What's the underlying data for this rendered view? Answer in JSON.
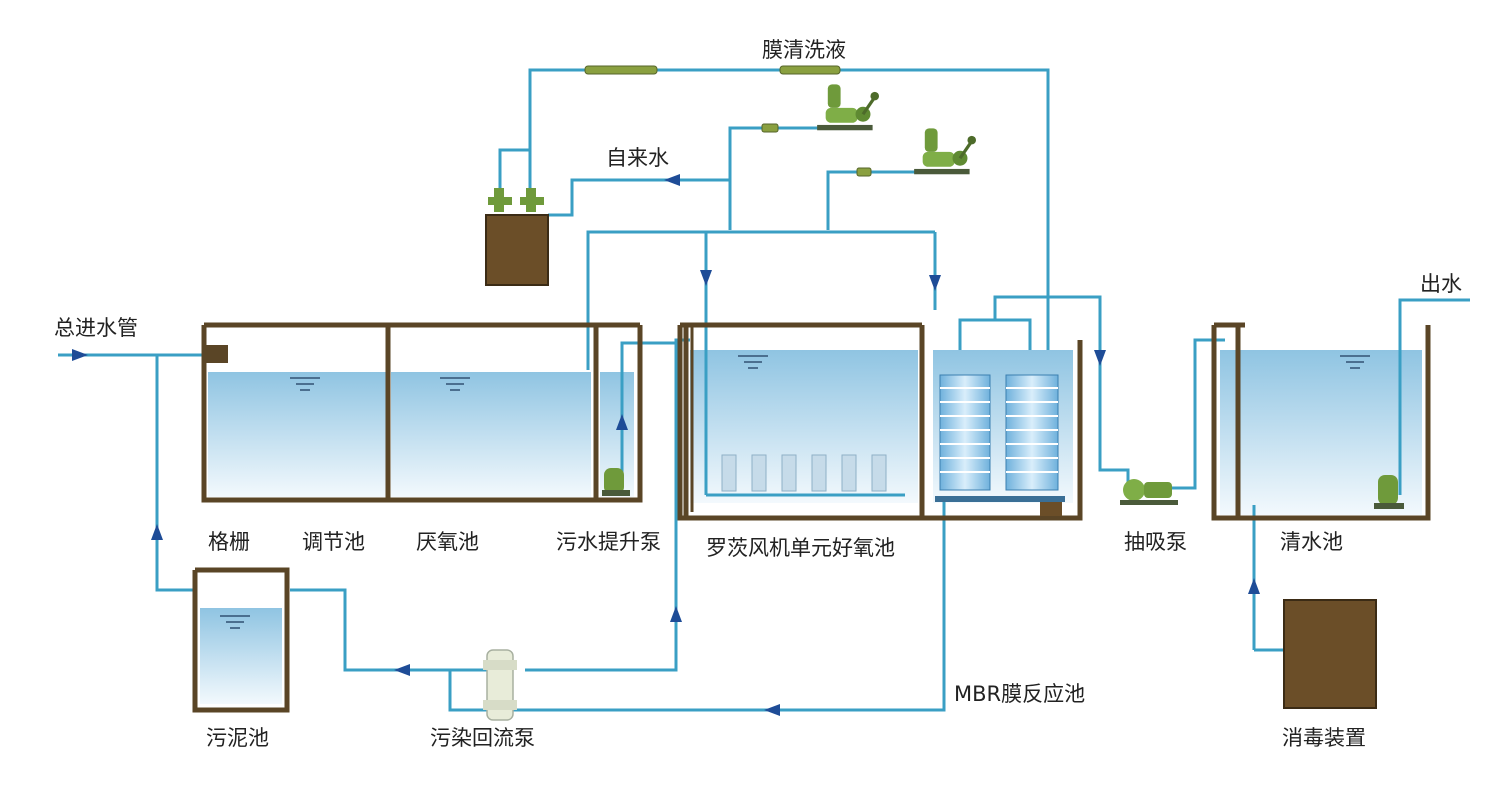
{
  "labels": {
    "membrane_wash": "膜清洗液",
    "tap_water": "自来水",
    "main_inlet": "总进水管",
    "outlet": "出水",
    "screen": "格栅",
    "equalization": "调节池",
    "anaerobic": "厌氧池",
    "lift_pump": "污水提升泵",
    "aerobic": "罗茨风机单元好氧池",
    "suction_pump": "抽吸泵",
    "clear_tank": "清水池",
    "sludge_tank": "污泥池",
    "return_pump": "污染回流泵",
    "mbr": "MBR膜反应池",
    "disinfection": "消毒装置"
  },
  "colors": {
    "pipe": "#3a9fc4",
    "arrow": "#1e4c97",
    "wall": "#5a4526",
    "box": "#6b4e28",
    "water_top": "#8fc4e2",
    "water_bottom": "#f3f9fd",
    "pump": "#6f9a3b"
  },
  "icons": [
    "water-surface-icon",
    "pump-icon",
    "aerator-icon",
    "membrane-module-icon",
    "flow-arrow-icon"
  ]
}
